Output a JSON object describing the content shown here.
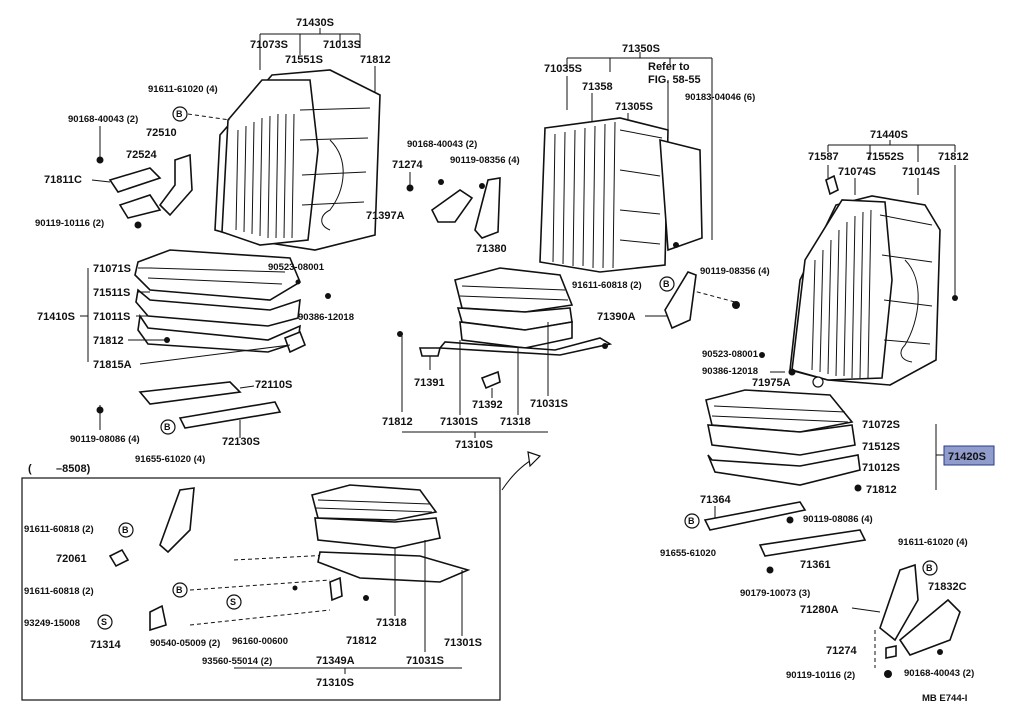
{
  "labels": {
    "main_seatback_assy": "71430S",
    "main_cover_left": "71073S",
    "main_cover_right": "71013S",
    "main_pad": "71551S",
    "main_wire": "71812",
    "bolt_a": "91611-61020 (4)",
    "bolt_b": "90168-40043 (2)",
    "hinge_upper": "72510",
    "hinge_lower": "72524",
    "hinge_cover": "71811C",
    "bolt_c": "90119-10116 (2)",
    "cushion_cover": "71071S",
    "cushion_pad": "71511S",
    "cushion_assy": "71410S",
    "cushion_frame": "71011S",
    "cushion_wire": "71812",
    "cushion_cover_a": "71815A",
    "adjuster": "72110S",
    "bolt_d": "90119-08086 (4)",
    "adjuster_b": "72130S",
    "bolt_e": "91655-61020 (4)",
    "nut_a": "90523-08001",
    "clip_a": "90386-12018",
    "center_bolt_a": "90168-40043 (2)",
    "center_bolt_b": "90119-08356 (4)",
    "center_cover": "71274",
    "center_hinge_a": "71397A",
    "center_hinge": "71380",
    "rear_back_assy": "71350S",
    "rear_cover": "71035S",
    "rear_pad": "71358",
    "refer_note": "Refer to\nFIG. 58-55",
    "rear_frame": "71305S",
    "rear_bolt": "90183-04046 (6)",
    "rear_bolt_b": "91611-60818 (2)",
    "rear_bolt_c": "90119-08356 (4)",
    "rear_hinge": "71390A",
    "rear_part": "71391",
    "rear_part_b": "71392",
    "rear_wire": "71812",
    "rear_cushion_cover": "71301S",
    "rear_cushion_pad": "71318",
    "rear_cushion_frame": "71031S",
    "rear_cushion_assy": "71310S",
    "r_seatback_assy": "71440S",
    "r_cover_a": "71587",
    "r_cover_left": "71074S",
    "r_pad": "71552S",
    "r_cover_right": "71014S",
    "r_wire": "71812",
    "r_nut": "90523-08001",
    "r_clip": "90386-12018",
    "r_part_a": "71975A",
    "r_cushion_cover": "71072S",
    "r_cushion_pad": "71512S",
    "r_cushion_assy": "71420S",
    "r_cushion_frame": "71012S",
    "r_cushion_wire": "71812",
    "r_rail": "71364",
    "r_rail_bolt": "90119-08086 (4)",
    "r_rail_bolt_b": "91655-61020",
    "r_rail_b": "71361",
    "r_screw": "90179-10073 (3)",
    "r_bolt_top": "91611-61020 (4)",
    "r_hinge_cover": "71832C",
    "r_hinge": "71280A",
    "r_cover": "71274",
    "r_bolt_c": "90119-10116 (2)",
    "r_bolt_d": "90168-40043 (2)",
    "inset_range": "(       -8508)",
    "inset_bolt_a": "91611-60818 (2)",
    "inset_part_a": "72061",
    "inset_bolt_b": "91611-60818 (2)",
    "inset_bolt_c": "93249-15008",
    "inset_part_b": "71314",
    "inset_part_c": "90540-05009 (2)",
    "inset_part_d": "96160-00600",
    "inset_wire": "71812",
    "inset_pad": "71318",
    "inset_cover": "71301S",
    "inset_part_e": "93560-55014 (2)",
    "inset_part_f": "71349A",
    "inset_frame": "71031S",
    "inset_assy": "71310S",
    "figure_code": "MB  E744-I",
    "callout_b": "B",
    "callout_s": "S"
  },
  "colors": {
    "highlight": "#8f9ccc",
    "line": "#111111",
    "paper": "#ffffff"
  }
}
